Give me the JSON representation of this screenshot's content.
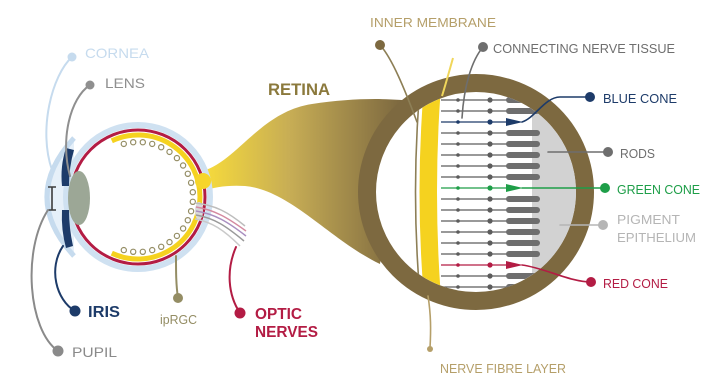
{
  "eye": {
    "labels": {
      "cornea": "CORNEA",
      "lens": "LENS",
      "iris": "IRIS",
      "pupil": "PUPIL",
      "iprgc": "ipRGC",
      "optic_nerves_line1": "OPTIC",
      "optic_nerves_line2": "NERVES"
    }
  },
  "retina": {
    "title": "RETINA",
    "labels": {
      "inner_membrane": "INNER MEMBRANE",
      "connecting_nerve_tissue": "CONNECTING NERVE TISSUE",
      "blue_cone": "BLUE CONE",
      "rods": "RODS",
      "green_cone": "GREEN CONE",
      "pigment_epithelium_line1": "PIGMENT",
      "pigment_epithelium_line2": "EPITHELIUM",
      "red_cone": "RED CONE",
      "nerve_fibre_layer": "NERVE FIBRE LAYER"
    }
  },
  "colors": {
    "cornea": "#c6dbee",
    "lens": "#8f8f8f",
    "iris": "#1d3b69",
    "pupil": "#8a8a8a",
    "iprgc": "#948d64",
    "optic_nerves": "#b31c44",
    "retina_label": "#8b793c",
    "retina_ring": "#7d6940",
    "retina_yellow": "#f5d21f",
    "inner_membrane": "#b59f69",
    "connecting_nerve_tissue": "#6e6e6e",
    "blue_cone": "#1d3b69",
    "rods": "#6e6e6e",
    "green_cone": "#1e9e48",
    "pigment_epithelium": "#b5b5b5",
    "red_cone": "#b31c44",
    "nerve_fibre_layer": "#b59f69"
  }
}
